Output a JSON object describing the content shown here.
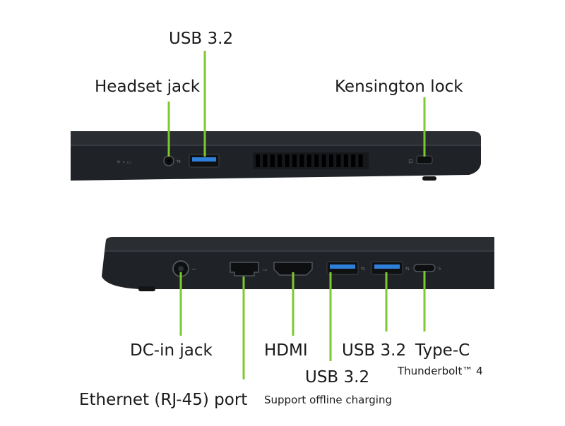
{
  "colors": {
    "callout_line": "#7ec832",
    "chassis": "#23262a",
    "chassis_edge": "#3a3e43",
    "usb_blue": "#2f7fd8",
    "background": "#ffffff"
  },
  "views": [
    {
      "name": "left-side",
      "ports": [
        {
          "label": "USB 3.2"
        },
        {
          "label": "Headset jack"
        },
        {
          "label": "Kensington lock"
        }
      ]
    },
    {
      "name": "right-side",
      "ports": [
        {
          "label": "DC-in jack"
        },
        {
          "label": "Ethernet (RJ-45) port"
        },
        {
          "label": "HDMI"
        },
        {
          "label": "USB 3.2",
          "note": "Support offline charging"
        },
        {
          "label": "USB 3.2"
        },
        {
          "label": "Type-C",
          "note": "Thunderbolt™ 4"
        }
      ]
    }
  ],
  "icons": [
    "vent-grille",
    "usb-port",
    "audio-jack",
    "kensington-slot",
    "dc-jack",
    "ethernet-port",
    "hdmi-port",
    "usb-c-port"
  ]
}
